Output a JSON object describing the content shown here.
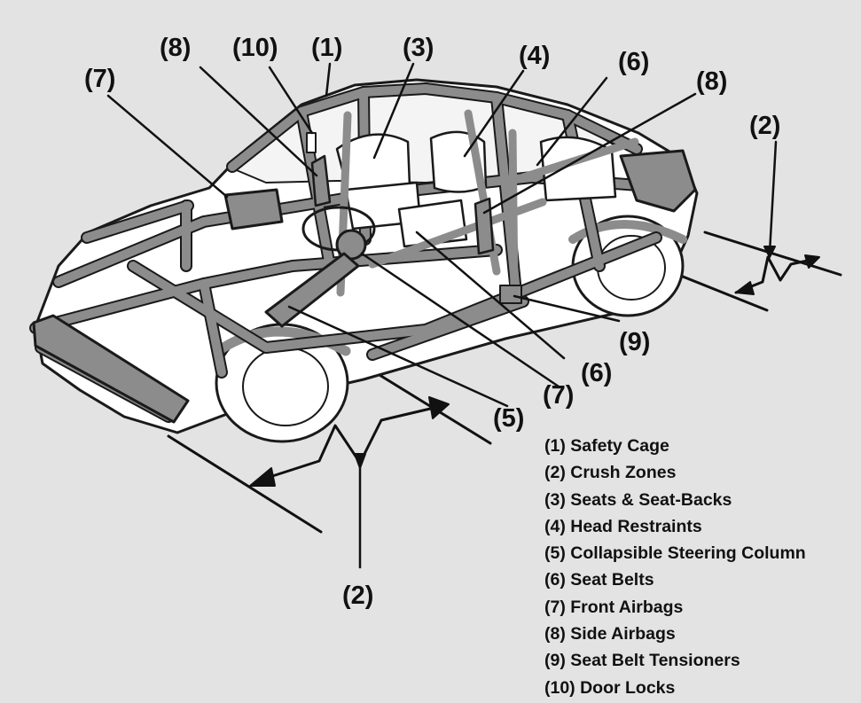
{
  "callouts": {
    "c8_top": "(8)",
    "c10": "(10)",
    "c1": "(1)",
    "c3": "(3)",
    "c4": "(4)",
    "c6_top": "(6)",
    "c8_right": "(8)",
    "c7_left": "(7)",
    "c2_right": "(2)",
    "c9": "(9)",
    "c6_bottom": "(6)",
    "c7_bottom": "(7)",
    "c5": "(5)",
    "c2_bottom": "(2)"
  },
  "legend": [
    "(1) Safety Cage",
    "(2) Crush Zones",
    "(3) Seats & Seat-Backs",
    "(4) Head Restraints",
    "(5) Collapsible Steering Column",
    "(6) Seat Belts",
    "(7) Front Airbags",
    "(8) Side Airbags",
    "(9) Seat Belt Tensioners",
    "(10) Door Locks"
  ],
  "colors": {
    "background": "#e3e3e3",
    "car_body": "#ffffff",
    "frame": "#8c8c8c",
    "outline": "#1a1a1a"
  }
}
